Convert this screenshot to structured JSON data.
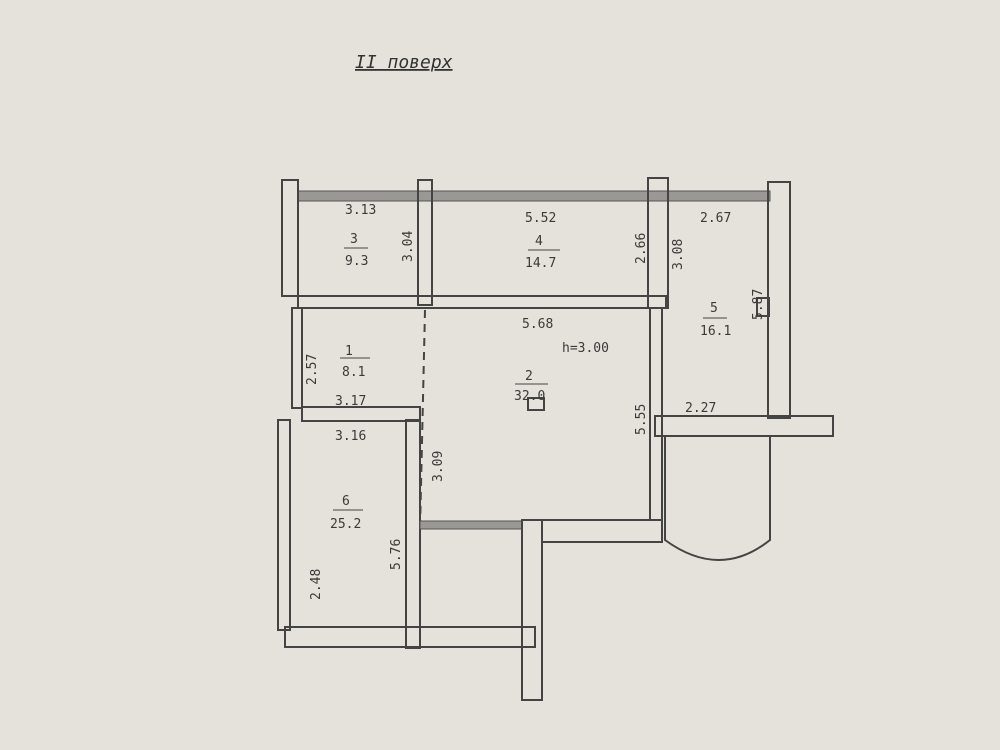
{
  "title": "II поверх",
  "rooms": [
    {
      "number": "3",
      "area": "9.3",
      "width": "3.13",
      "height": "3.04"
    },
    {
      "number": "4",
      "area": "14.7",
      "width": "5.52",
      "height": "2.66"
    },
    {
      "number": "5",
      "area": "16.1",
      "width": "2.67",
      "height": "3.08",
      "length": "5.87"
    },
    {
      "number": "1",
      "area": "8.1",
      "width": "3.17",
      "height": "2.57"
    },
    {
      "number": "2",
      "area": "32.0",
      "width": "5.68",
      "ceiling": "h=3.00",
      "height": "5.55",
      "side": "3.09"
    },
    {
      "number": "6",
      "area": "25.2",
      "width": "3.16",
      "height": "5.76",
      "side": "2.48"
    }
  ],
  "extra_dims": {
    "balcony_width": "2.27"
  },
  "colors": {
    "paper": "#e4e2da",
    "ink": "#3a3a3a"
  }
}
